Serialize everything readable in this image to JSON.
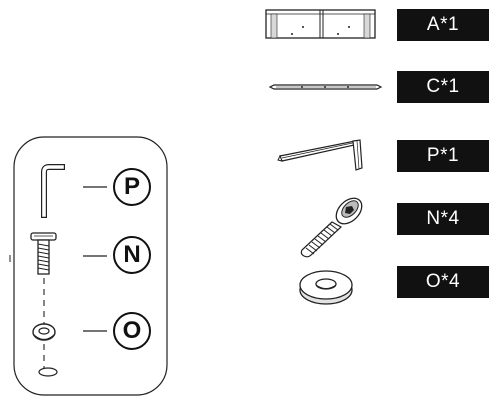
{
  "parts": [
    {
      "id": "A",
      "label": "A*1",
      "icon": "panel-icon"
    },
    {
      "id": "C",
      "label": "C*1",
      "icon": "rod-icon"
    },
    {
      "id": "P",
      "label": "P*1",
      "icon": "hex-key-icon"
    },
    {
      "id": "N",
      "label": "N*4",
      "icon": "bolt-icon"
    },
    {
      "id": "O",
      "label": "O*4",
      "icon": "washer-icon"
    }
  ],
  "legend": {
    "letters": [
      "P",
      "N",
      "O"
    ]
  },
  "colors": {
    "label_bg": "#111111",
    "label_text": "#ffffff",
    "line": "#222222",
    "part_fill": "#ffffff",
    "part_shade": "#bdbdbd"
  }
}
